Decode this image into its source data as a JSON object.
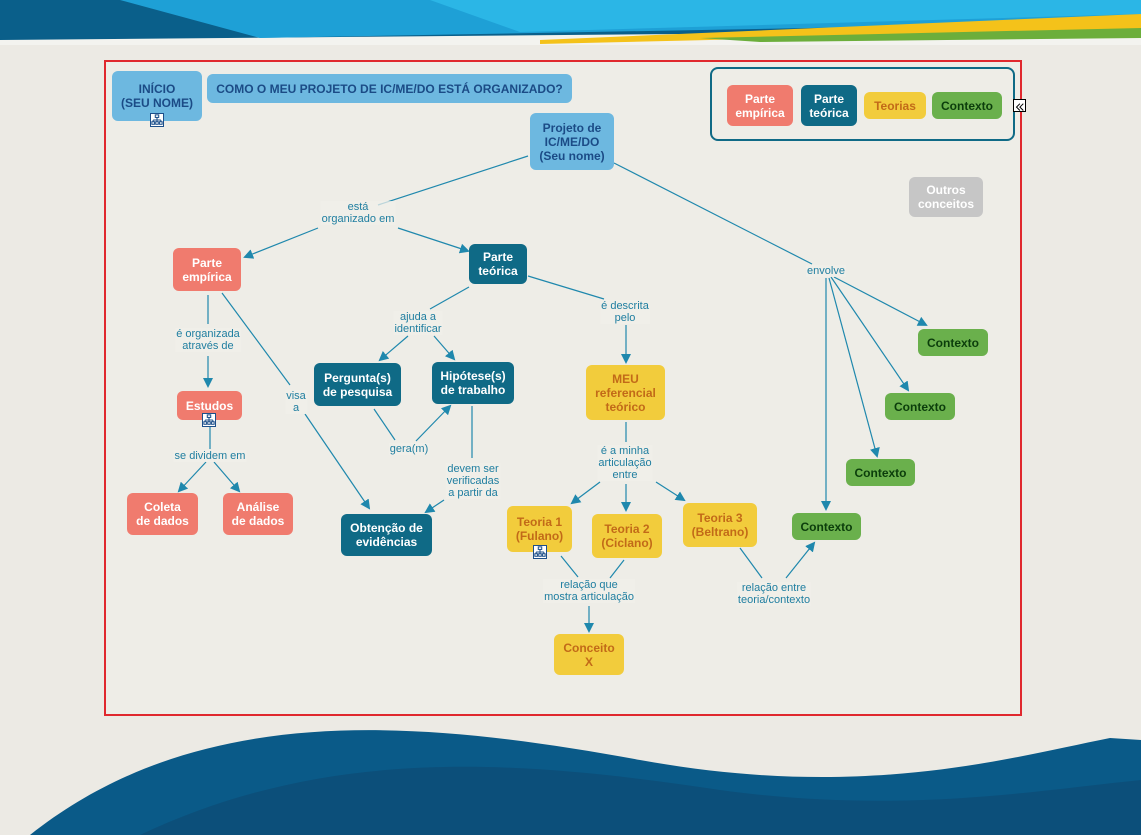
{
  "title": "COMO O MEU PROJETO DE IC/ME/DO ESTÁ ORGANIZADO?",
  "inicio": "INÍCIO\n(SEU NOME)",
  "legend": {
    "empirica": "Parte\nempírica",
    "teorica": "Parte\nteórica",
    "teorias": "Teorias",
    "contexto": "Contexto"
  },
  "nodes": {
    "projeto": "Projeto de\nIC/ME/DO\n(Seu nome)",
    "outros": "Outros\nconceitos",
    "parte_empirica": "Parte\nempírica",
    "parte_teorica": "Parte\nteórica",
    "estudos": "Estudos",
    "coleta": "Coleta\nde dados",
    "analise": "Análise\nde dados",
    "pergunta": "Pergunta(s)\nde pesquisa",
    "hipotese": "Hipótese(s)\nde trabalho",
    "obtencao": "Obtenção de\nevidências",
    "referencial": "MEU\nreferencial\nteórico",
    "teoria1": "Teoria 1\n(Fulano)",
    "teoria2": "Teoria 2\n(Ciclano)",
    "teoria3": "Teoria 3\n(Beltrano)",
    "conceito": "Conceito\nX",
    "contexto1": "Contexto",
    "contexto2": "Contexto",
    "contexto3": "Contexto",
    "contexto4": "Contexto"
  },
  "links": {
    "esta_organizado": "está\norganizado em",
    "envolve": "envolve",
    "e_organizada": "é organizada\natravés de",
    "visa": "visa\na",
    "ajuda": "ajuda a\nidentificar",
    "descrita": "é descrita\npelo",
    "dividem": "se dividem em",
    "gera": "gera(m)",
    "devem": "devem ser\nverificadas\na partir da",
    "articulacao": "é a minha\narticulação\nentre",
    "relacao_que": "relação que\nmostra articulação",
    "relacao_entre": "relação entre\nteoria/contexto"
  },
  "colors": {
    "empirica": "#f07b6e",
    "teorica": "#0f6a86",
    "teoria": "#f2cc3c",
    "contexto": "#6ab04c",
    "link": "#1f88ad",
    "frame": "#e0282e"
  }
}
